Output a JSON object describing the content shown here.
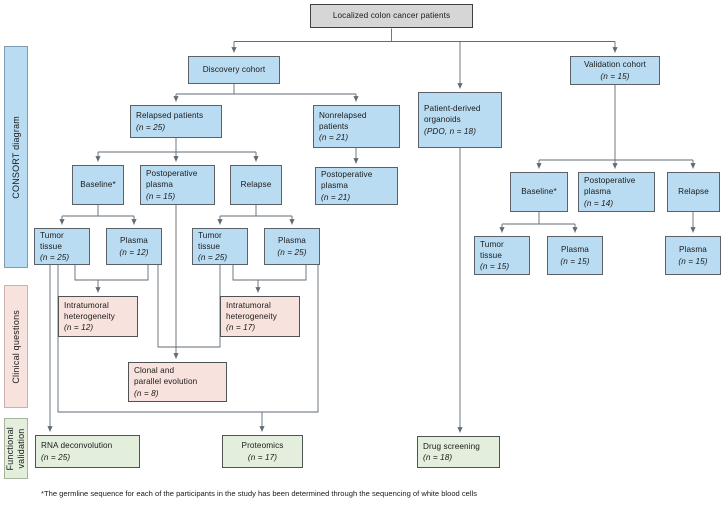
{
  "figure": {
    "kind": "consort-flow-diagram",
    "footnote": "*The germline sequence for each of the participants in the study has been determined through the sequencing of white blood cells"
  },
  "colors": {
    "root_fill": "#d6d6d6",
    "blue_fill": "#b9dcf2",
    "pink_fill": "#f8e2dd",
    "green_fill": "#e4eedd",
    "line": "#5f6b75",
    "border": "#555a5e"
  },
  "bands": [
    {
      "id": "band-consort",
      "label": "CONSORT diagram",
      "style": "blue"
    },
    {
      "id": "band-clinical",
      "label": "Clinical questions",
      "style": "pink"
    },
    {
      "id": "band-functional",
      "label": "Functional\nvalidation",
      "style": "green"
    }
  ],
  "nodes": {
    "root": {
      "line1": "Localized colon cancer patients"
    },
    "discovery_cohort": {
      "line1": "Discovery cohort"
    },
    "validation_cohort": {
      "line1": "Validation cohort",
      "line2": "(n = 15)"
    },
    "pdo": {
      "line1": "Patient-derived",
      "line2": "organoids",
      "line3": "(PDO, n = 18)"
    },
    "relapsed_patients": {
      "line1": "Relapsed patients",
      "line2": "(n = 25)"
    },
    "nonrelapsed_patients": {
      "line1": "Nonrelapsed",
      "line2": "patients",
      "line3": "(n = 21)"
    },
    "d_baseline": {
      "line1": "Baseline*"
    },
    "d_postop_plasma": {
      "line1": "Postoperative",
      "line2": "plasma",
      "line3": "(n = 15)"
    },
    "d_relapse": {
      "line1": "Relapse"
    },
    "nr_postop_plasma": {
      "line1": "Postoperative",
      "line2": "plasma",
      "line3": "(n = 21)"
    },
    "d_base_tumor": {
      "line1": "Tumor",
      "line2": "tissue",
      "line3": "(n = 25)"
    },
    "d_base_plasma": {
      "line1": "Plasma",
      "line2": "(n = 12)"
    },
    "d_rel_tumor": {
      "line1": "Tumor",
      "line2": "tissue",
      "line3": "(n = 25)"
    },
    "d_rel_plasma": {
      "line1": "Plasma",
      "line2": "(n = 25)"
    },
    "v_baseline": {
      "line1": "Baseline*"
    },
    "v_postop_plasma": {
      "line1": "Postoperative",
      "line2": "plasma",
      "line3": "(n = 14)"
    },
    "v_relapse": {
      "line1": "Relapse"
    },
    "v_base_tumor": {
      "line1": "Tumor",
      "line2": "tissue",
      "line3": "(n = 15)"
    },
    "v_base_plasma": {
      "line1": "Plasma",
      "line2": "(n = 15)"
    },
    "v_rel_plasma": {
      "line1": "Plasma",
      "line2": "(n = 15)"
    },
    "ith_12": {
      "line1": "Intratumoral",
      "line2": "heterogeneity",
      "line3": "(n = 12)"
    },
    "ith_17": {
      "line1": "Intratumoral",
      "line2": "heterogeneity",
      "line3": "(n = 17)"
    },
    "clonal": {
      "line1": "Clonal and",
      "line2": "parallel evolution",
      "line3": "(n = 8)"
    },
    "rna_deconvolution": {
      "line1": "RNA deconvolution",
      "line2": "(n = 25)"
    },
    "proteomics": {
      "line1": "Proteomics",
      "line2": "(n = 17)"
    },
    "drug_screening": {
      "line1": "Drug screening",
      "line2": "(n = 18)"
    }
  }
}
